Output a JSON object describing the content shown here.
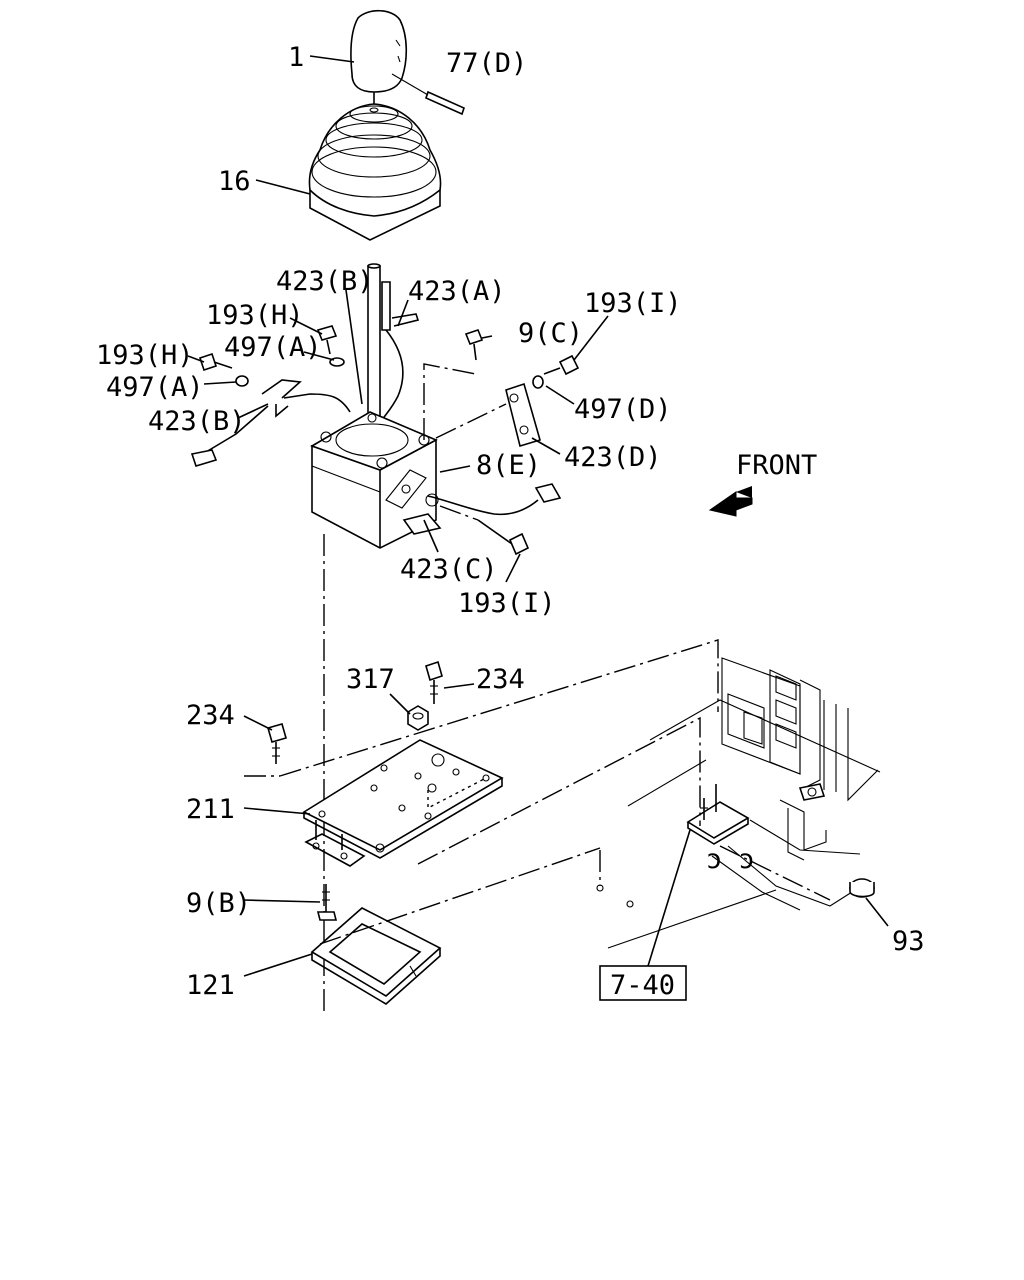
{
  "labels": {
    "p1": "1",
    "p77d": "77(D)",
    "p16": "16",
    "p423b_top": "423(B)",
    "p423a": "423(A)",
    "p193h_a": "193(H)",
    "p497a_a": "497(A)",
    "p193h_b": "193(H)",
    "p497a_b": "497(A)",
    "p423b_left": "423(B)",
    "p9c": "9(C)",
    "p193i_top": "193(I)",
    "p497d": "497(D)",
    "p423d": "423(D)",
    "p8e": "8(E)",
    "p423c": "423(C)",
    "p193i_bottom": "193(I)",
    "front": "FRONT",
    "p317": "317",
    "p234_right": "234",
    "p234_left": "234",
    "p211": "211",
    "p9b": "9(B)",
    "p121": "121",
    "p93": "93",
    "ref740": "7-40"
  }
}
